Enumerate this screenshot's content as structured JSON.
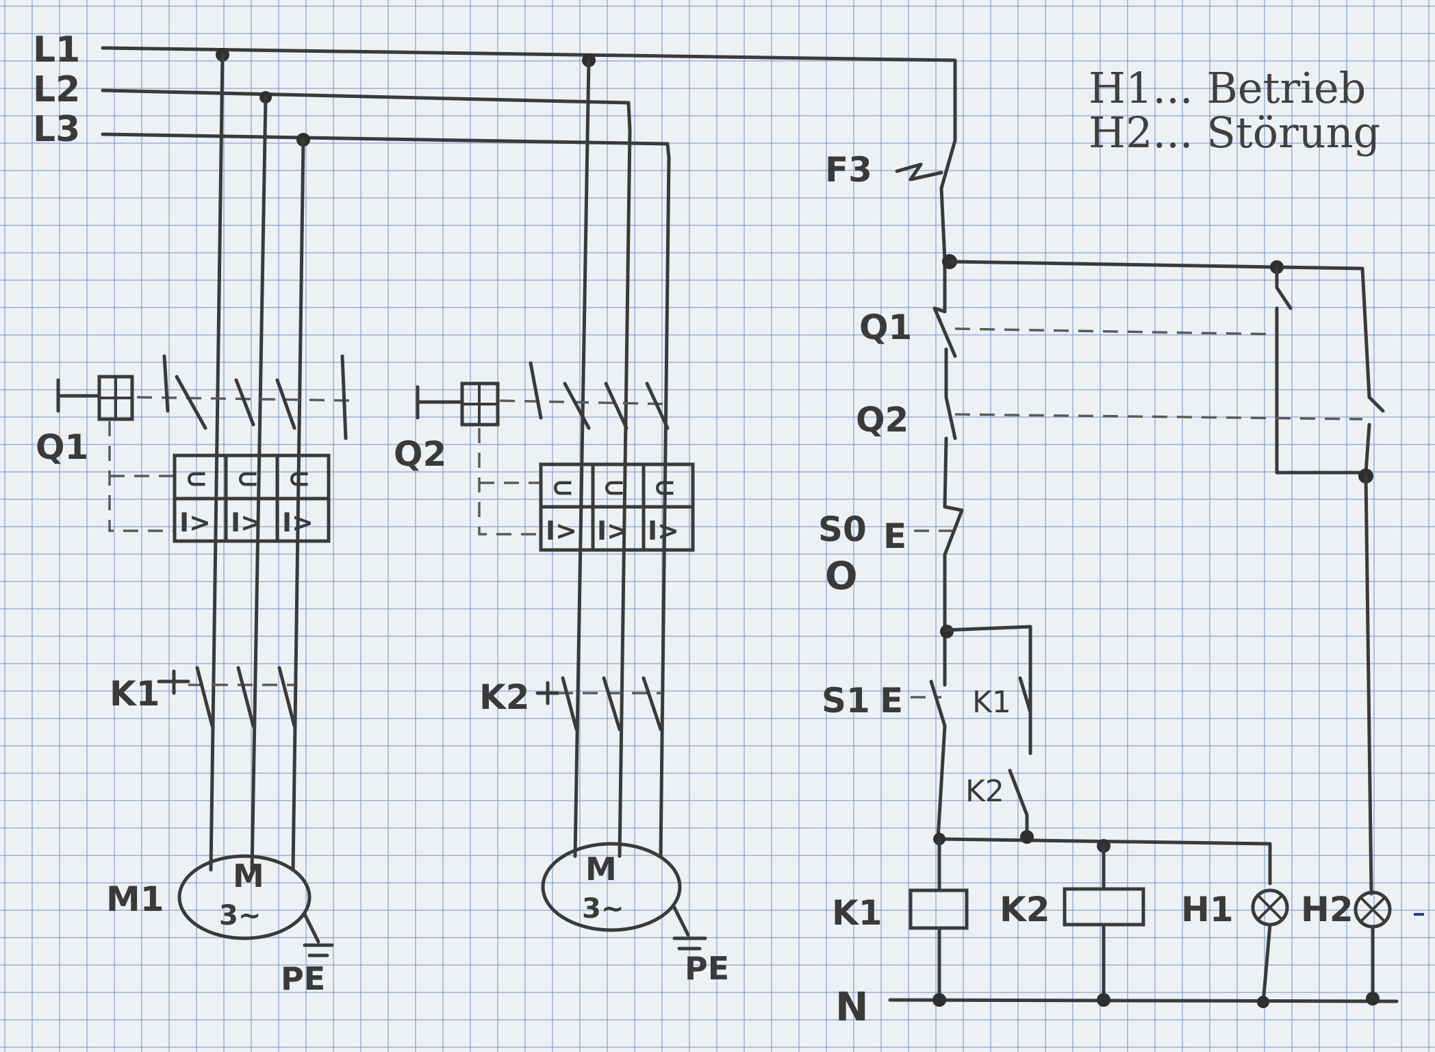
{
  "legend": {
    "line1": "H1... Betrieb",
    "line2": "H2... Störung"
  },
  "lines": {
    "l1": "L1",
    "l2": "L2",
    "l3": "L3",
    "n": "N"
  },
  "main_circuit": {
    "q1": "Q1",
    "q2": "Q2",
    "k1": "K1",
    "k2": "K2",
    "motor1_label": "M1",
    "motor_symbol": "M",
    "motor_phases": "3~",
    "pe": "PE",
    "thermal": "⊂",
    "magnetic": "I>"
  },
  "control_circuit": {
    "f3": "F3",
    "q1": "Q1",
    "q2": "Q2",
    "s0": "S0",
    "s0_sub": "O",
    "e": "E",
    "s1": "S1",
    "k1_contact": "K1",
    "k2_contact": "K2",
    "k1_coil": "K1",
    "k2_coil": "K2",
    "h1": "H1",
    "h2": "H2"
  }
}
